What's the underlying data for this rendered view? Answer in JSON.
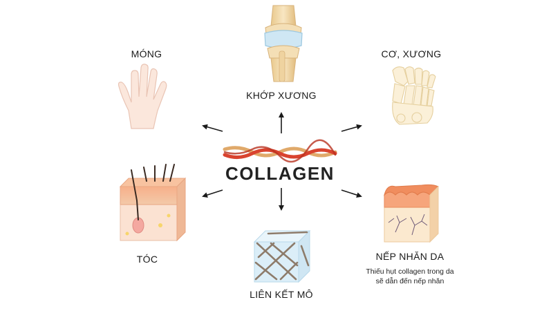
{
  "center": {
    "title": "COLLAGEN"
  },
  "nodes": {
    "joint": {
      "label": "KHỚP XƯƠNG",
      "icon": "knee-joint-icon"
    },
    "nail": {
      "label": "MÓNG",
      "icon": "hand-icon"
    },
    "muscle_bone": {
      "label": "CƠ, XƯƠNG",
      "icon": "foot-bones-icon"
    },
    "hair": {
      "label": "TÓC",
      "icon": "hair-skin-section-icon"
    },
    "tissue": {
      "label": "LIÊN KẾT MÔ",
      "icon": "tissue-cube-icon"
    },
    "wrinkle": {
      "label": "NẾP NHĂN DA",
      "icon": "wrinkled-skin-section-icon",
      "note_lines": [
        "Thiếu hụt collagen trong da",
        "sẽ dẫn đến nếp nhăn"
      ]
    }
  },
  "colors": {
    "text": "#1a1a1a",
    "arrow": "#1a1a1a",
    "skin": "#f6c5a6",
    "fiber_red": "#d9432f",
    "fiber_tan": "#e0a96a",
    "bone": "#f3ddb0",
    "cartilage": "#c9e4f2"
  }
}
